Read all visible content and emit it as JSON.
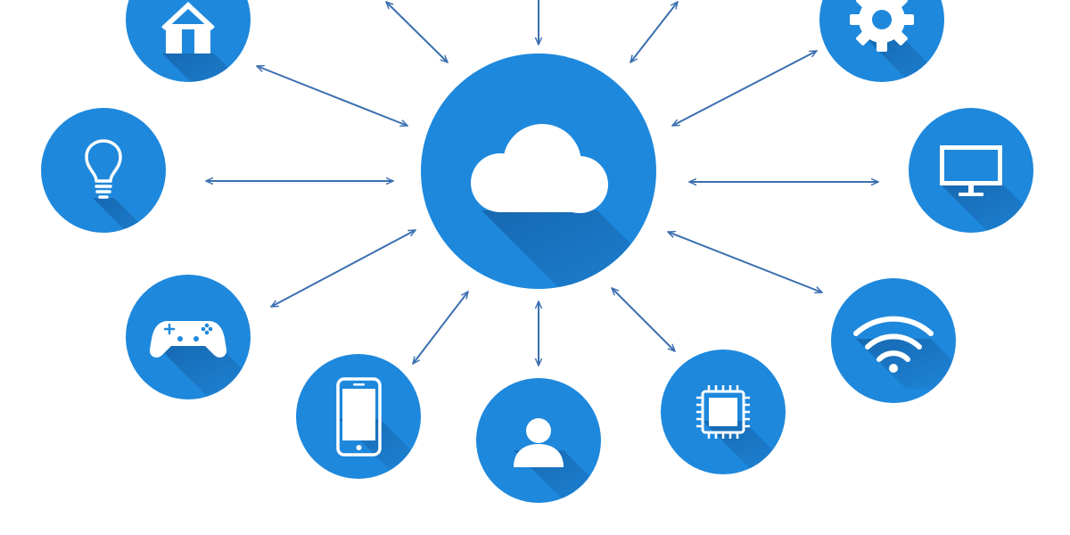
{
  "colors": {
    "node_fill": "#1e88dc",
    "arrow": "#3b6fb0",
    "icon": "#ffffff",
    "shadow": "#114f8f",
    "background": "#ffffff"
  },
  "hub": {
    "icon": "cloud-icon"
  },
  "nodes": [
    {
      "icon": "house-icon"
    },
    {
      "icon": "gear-icon"
    },
    {
      "icon": "lightbulb-icon"
    },
    {
      "icon": "monitor-icon"
    },
    {
      "icon": "gamepad-icon"
    },
    {
      "icon": "wifi-icon"
    },
    {
      "icon": "smartphone-icon"
    },
    {
      "icon": "user-icon"
    },
    {
      "icon": "chip-icon"
    }
  ],
  "connections": [
    "hub-house",
    "hub-gear",
    "hub-lightbulb",
    "hub-monitor",
    "hub-gamepad",
    "hub-wifi",
    "hub-smartphone",
    "hub-user",
    "hub-chip",
    "hub-offscreen-left",
    "hub-offscreen-top",
    "hub-offscreen-right"
  ]
}
